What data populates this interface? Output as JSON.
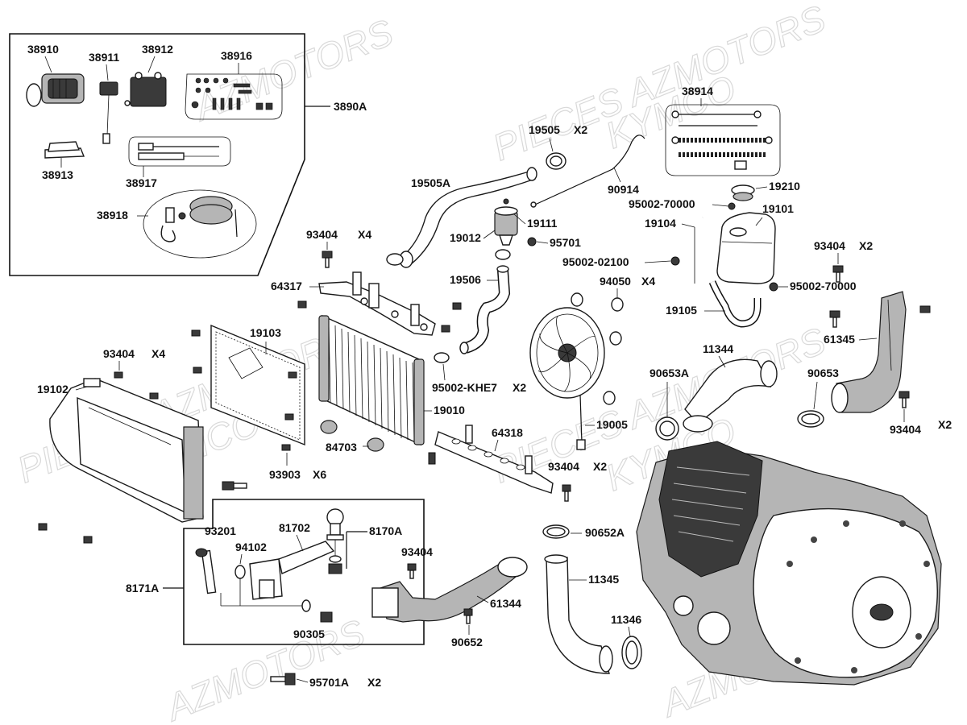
{
  "watermarks": [
    "AZMOTORS",
    "PIECES AZMOTORS",
    "KYMCO",
    "PIECES AZMOTORS",
    "KYMCO",
    "PIECES AZMOTORS",
    "KYMCO",
    "AZMOTORS",
    "AZMOTORS"
  ],
  "kit_group": {
    "label": "3890A",
    "parts": [
      "38910",
      "38911",
      "38912",
      "38916",
      "38913",
      "38917",
      "38918"
    ]
  },
  "labels": {
    "p38914": "38914",
    "p19505": "19505",
    "p19505_qty": "X2",
    "p19505A": "19505A",
    "p90914": "90914",
    "p19210": "19210",
    "p95002_70000_a": "95002-70000",
    "p19101": "19101",
    "p19111": "19111",
    "p19104": "19104",
    "p93404_a": "93404",
    "p93404_a_qty": "X4",
    "p19012": "19012",
    "p95701": "95701",
    "p93404_b": "93404",
    "p93404_b_qty": "X2",
    "p95002_02100": "95002-02100",
    "p64317": "64317",
    "p19506": "19506",
    "p94050": "94050",
    "p94050_qty": "X4",
    "p95002_70000_b": "95002-70000",
    "p19105": "19105",
    "p61345": "61345",
    "p19103": "19103",
    "p93404_c": "93404",
    "p93404_c_qty": "X4",
    "p11344": "11344",
    "p90653A": "90653A",
    "p90653": "90653",
    "p19102": "19102",
    "p95002_khe7": "95002-KHE7",
    "p95002_khe7_qty": "X2",
    "p19010": "19010",
    "p93404_d": "93404",
    "p93404_d_qty": "X2",
    "p19005": "19005",
    "p64318": "64318",
    "p84703": "84703",
    "p93903": "93903",
    "p93903_qty": "X6",
    "p93404_e": "93404",
    "p93404_e_qty": "X2",
    "p93201": "93201",
    "p81702": "81702",
    "p8170A": "8170A",
    "p94102": "94102",
    "p90652A": "90652A",
    "p93404_f": "93404",
    "p8171A": "8171A",
    "p11345": "11345",
    "p61344": "61344",
    "p90305": "90305",
    "p11346": "11346",
    "p90652": "90652",
    "p95701A": "95701A",
    "p95701A_qty": "X2"
  }
}
